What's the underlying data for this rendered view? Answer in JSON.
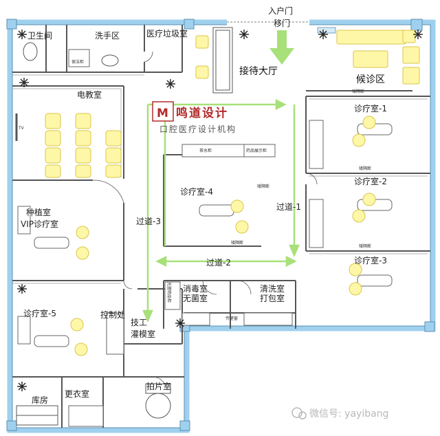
{
  "labels": {
    "entrance": "入户门",
    "sliding_door": "移门",
    "toilet": "卫生间",
    "washroom": "洗手区",
    "medical_waste": "医疗垃圾室",
    "cleaning_cabinet": "保洁柜",
    "reception": "接待大厅",
    "waiting": "候诊区",
    "classroom": "电教室",
    "tv": "TV",
    "clinic_1": "诊疗室-1",
    "clinic_2": "诊疗室-2",
    "clinic_3": "诊疗室-3",
    "clinic_4": "诊疗室-4",
    "clinic_5": "诊疗室-5",
    "implant_1": "种植室",
    "implant_2": "VIP诊疗室",
    "corridor_1": "过道-1",
    "corridor_2": "过道-2",
    "corridor_3": "过道-3",
    "disinfect_1": "消毒室",
    "disinfect_2": "无菌室",
    "cleaning_1": "清洗室",
    "cleaning_2": "打包室",
    "control": "控制处",
    "lab_1": "技工",
    "lab_2": "灌模室",
    "storage": "库房",
    "changing": "更衣室",
    "xray": "拍片室",
    "tea_cabinet": "茶水柜",
    "drug_cabinet": "药品展示柜",
    "partition": "矮隔断",
    "passthrough": "传递窗",
    "wall_cabinet": "无菌物品柜"
  },
  "brand": {
    "logo_letter": "M",
    "name": "鸣道设计",
    "tagline": "口腔医疗设计机构"
  },
  "watermark": "微信号: yayibang",
  "colors": {
    "wall": "#9fd0ee",
    "line": "#555555",
    "chair": "#fff7a8",
    "chair_stroke": "#d9c545",
    "arrow": "#a8e07a",
    "brand_red": "#b32b2b"
  }
}
